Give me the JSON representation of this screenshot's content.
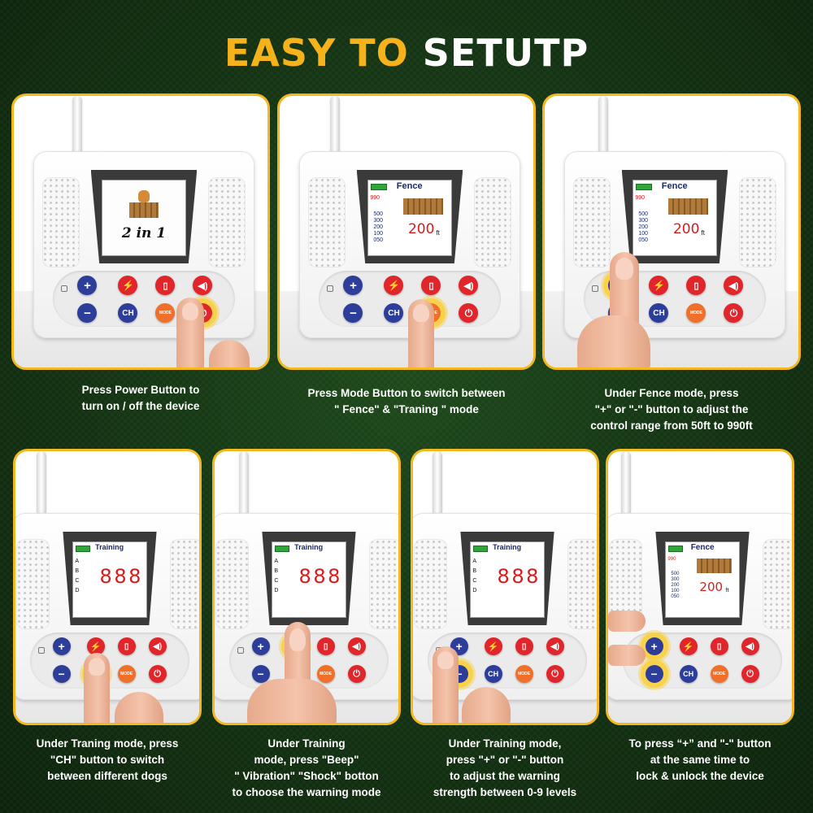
{
  "title": {
    "part1": "EASY TO",
    "part2": "SETUTP"
  },
  "screens": {
    "logo_text": "2 in 1",
    "fence_title": "Fence",
    "training_title": "Training",
    "fence_scale": [
      "990",
      "500",
      "300",
      "200",
      "100",
      "050"
    ],
    "fence_value": "200",
    "fence_unit": "ft",
    "training_rows": [
      "A",
      "B",
      "C",
      "D"
    ],
    "digits": [
      "8",
      "8",
      "8"
    ]
  },
  "buttons": {
    "ch": "CH",
    "mode": "MODE",
    "plus": "+",
    "minus": "−"
  },
  "captions": {
    "c1": [
      "Press Power Button to",
      "turn on / off the device"
    ],
    "c2": [
      "Press Mode Button to switch between",
      "\" Fence\" & \"Traning \" mode"
    ],
    "c3": [
      "Under Fence mode, press",
      "\"+\" or \"-\" button to adjust the",
      "control range from 50ft to 990ft"
    ],
    "c4": [
      "Under Traning mode, press",
      "\"CH\" button to switch",
      "between different dogs"
    ],
    "c5": [
      "Under Training",
      "mode, press \"Beep\"",
      "\" Vibration\" \"Shock\" botton",
      "to choose the warning mode"
    ],
    "c6": [
      "Under Training mode,",
      "press \"+\" or \"-\" button",
      "to adjust the warning",
      "strength between 0-9 levels"
    ],
    "c7": [
      "To press “+” and  \"-\" button",
      "at the same time to",
      "lock & unlock the device"
    ]
  },
  "colors": {
    "accent": "#f6b21a",
    "card_border": "#f2b81d",
    "blue_button": "#2d3e9a",
    "red_button": "#e0262b",
    "orange_button": "#f0702a"
  }
}
